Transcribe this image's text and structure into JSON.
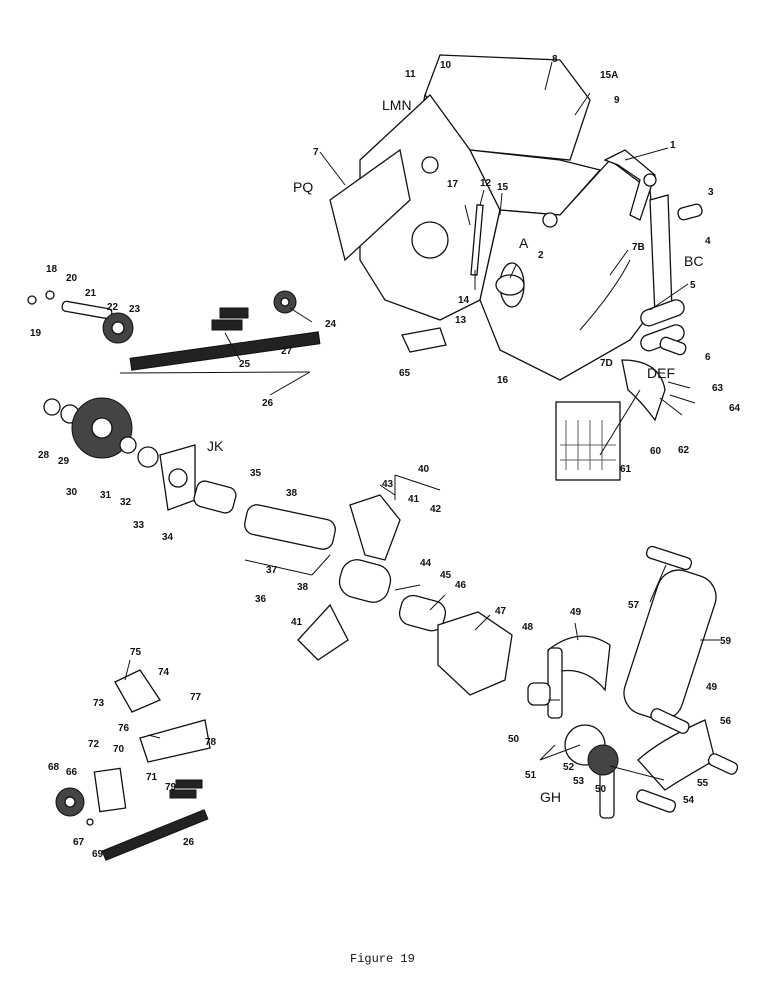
{
  "caption": "Figure 19",
  "labels": {
    "l1": "1",
    "l2": "2",
    "l3": "3",
    "l4": "4",
    "l5": "5",
    "l6": "6",
    "l7": "7",
    "l8": "8",
    "l9": "9",
    "l10": "10",
    "l11": "11",
    "l12": "12",
    "l13": "13",
    "l14": "14",
    "l15": "15",
    "l15a": "15A",
    "l16": "16",
    "l17": "17",
    "l18": "18",
    "l19": "19",
    "l20": "20",
    "l21": "21",
    "l22": "22",
    "l23": "23",
    "l24": "24",
    "l25": "25",
    "l26": "26",
    "l26b": "26",
    "l27": "27",
    "l28": "28",
    "l29": "29",
    "l30": "30",
    "l31": "31",
    "l32": "32",
    "l33": "33",
    "l34": "34",
    "l35": "35",
    "l36": "36",
    "l37": "37",
    "l38a": "38",
    "l38b": "38",
    "l40": "40",
    "l41a": "41",
    "l41b": "41",
    "l42": "42",
    "l43": "43",
    "l44": "44",
    "l45": "45",
    "l46": "46",
    "l47": "47",
    "l48": "48",
    "l49a": "49",
    "l49b": "49",
    "l50a": "50",
    "l50b": "50",
    "l51": "51",
    "l52": "52",
    "l53": "53",
    "l54": "54",
    "l55": "55",
    "l56": "56",
    "l57": "57",
    "l59": "59",
    "l60": "60",
    "l61": "61",
    "l62": "62",
    "l63": "63",
    "l64": "64",
    "l65": "65",
    "l66": "66",
    "l67": "67",
    "l68": "68",
    "l69": "69",
    "l70": "70",
    "l71": "71",
    "l72": "72",
    "l73": "73",
    "l74": "74",
    "l75": "75",
    "l76": "76",
    "l77": "77",
    "l78": "78",
    "l79": "79",
    "l7b": "7B",
    "l7d": "7D"
  },
  "letter_labels": {
    "lmn": "LMN",
    "pq": "PQ",
    "a": "A",
    "bc": "BC",
    "def": "DEF",
    "jk": "JK",
    "gh": "GH"
  }
}
